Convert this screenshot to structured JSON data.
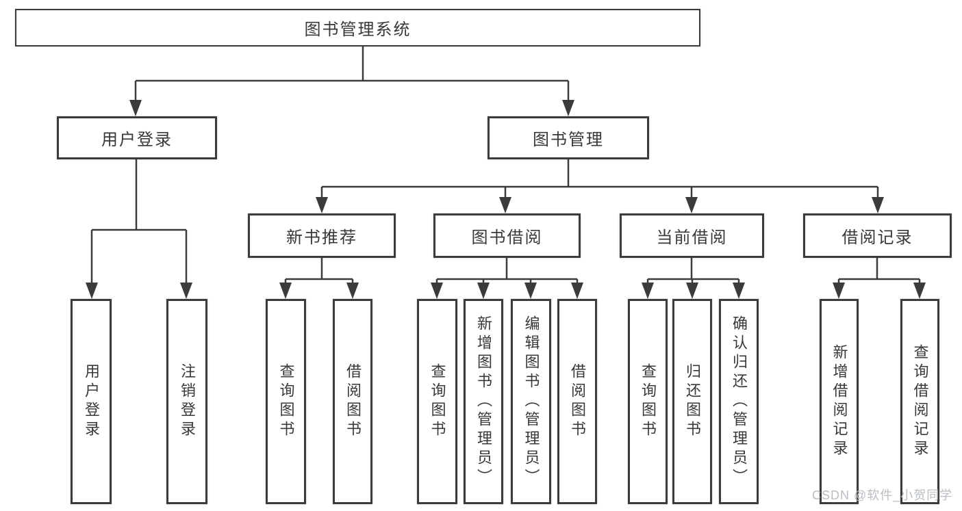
{
  "diagram": {
    "root": {
      "label": "图书管理系统"
    },
    "level2": [
      {
        "label": "用户登录"
      },
      {
        "label": "图书管理"
      }
    ],
    "level3": [
      {
        "label": "新书推荐"
      },
      {
        "label": "图书借阅"
      },
      {
        "label": "当前借阅"
      },
      {
        "label": "借阅记录"
      }
    ],
    "leaves": {
      "user_login": [
        {
          "label": "用户登录"
        },
        {
          "label": "注销登录"
        }
      ],
      "new_book_recommend": [
        {
          "label": "查询图书"
        },
        {
          "label": "借阅图书"
        }
      ],
      "book_borrowing": [
        {
          "label": "查询图书"
        },
        {
          "label": "新增图书（管理员）"
        },
        {
          "label": "编辑图书（管理员）"
        },
        {
          "label": "借阅图书"
        }
      ],
      "current_borrowing": [
        {
          "label": "查询图书"
        },
        {
          "label": "归还图书"
        },
        {
          "label": "确认归还（管理员）"
        }
      ],
      "borrowing_records": [
        {
          "label": "新增借阅记录"
        },
        {
          "label": "查询借阅记录"
        }
      ]
    },
    "line_color": "#3b3b3b",
    "text_color": "#383838",
    "box_background": "#ffffff"
  },
  "watermark": {
    "text": "CSDN @软件_小贺同学",
    "color": "#b9bec3"
  }
}
